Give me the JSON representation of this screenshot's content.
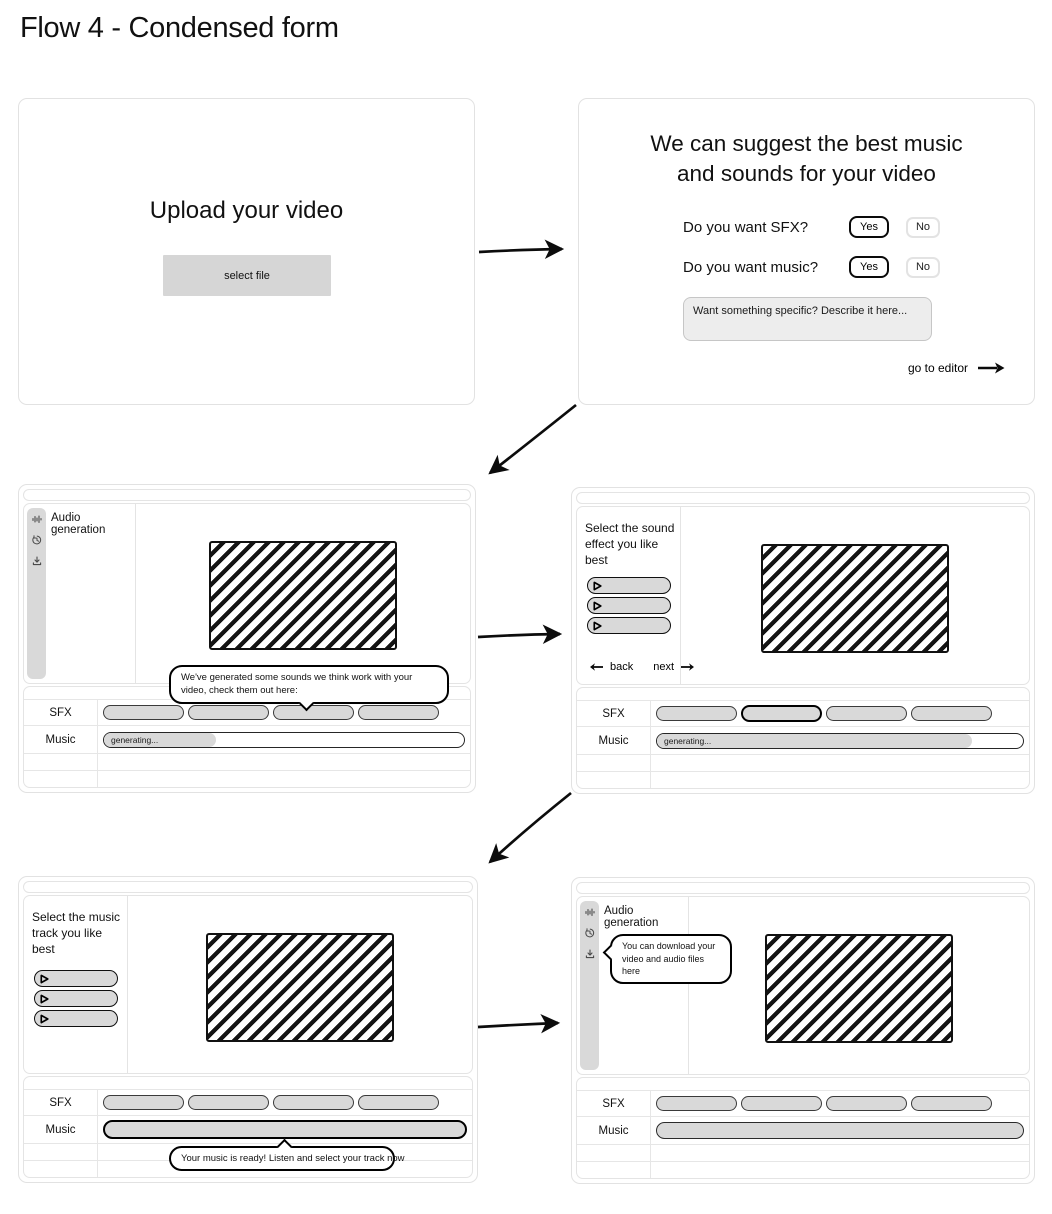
{
  "title": "Flow 4 - Condensed form",
  "colors": {
    "pill_fill": "#d9d9d9",
    "pill_border": "#3a3a3a",
    "panel_border": "#e2e2e2",
    "ink": "#111111",
    "textarea_fill": "#ededed"
  },
  "upload": {
    "heading": "Upload your video",
    "select_file": "select file"
  },
  "suggest": {
    "heading_line1": "We can suggest the best music",
    "heading_line2": "and sounds for your video",
    "q_sfx": "Do you want SFX?",
    "q_music": "Do you want music?",
    "yes": "Yes",
    "no": "No",
    "placeholder": "Want something specific? Describe it here...",
    "go_to_editor": "go to editor"
  },
  "timeline": {
    "sfx": "SFX",
    "music": "Music",
    "generating": "generating..."
  },
  "editor1": {
    "sidebar": "Audio generation",
    "bubble": "We've generated some sounds we think work with your video, check them out here:"
  },
  "select_sfx": {
    "sidebar": "Select the sound effect you like best",
    "back": "back",
    "next": "next"
  },
  "select_music": {
    "sidebar": "Select the music track you like best",
    "bubble": "Your music is ready! Listen and select your track now"
  },
  "editor2": {
    "sidebar": "Audio generation",
    "bubble": "You can download your video and audio files here"
  },
  "icons": {
    "rail": [
      "audio-wave",
      "history",
      "download"
    ],
    "play": "play-triangle",
    "arrows": [
      "right-arrow",
      "left-arrow"
    ]
  }
}
